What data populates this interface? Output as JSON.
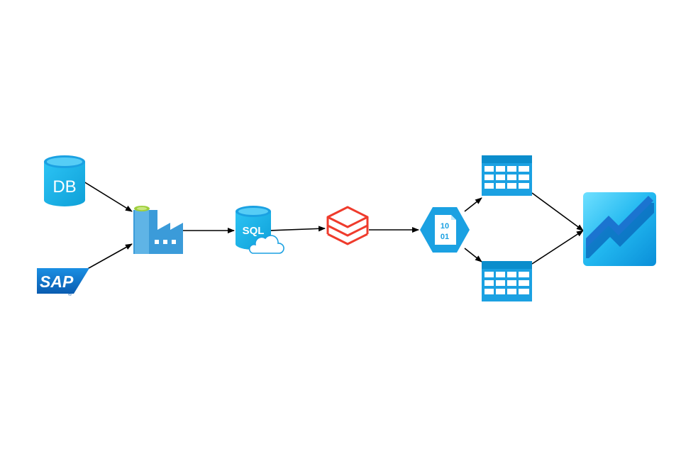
{
  "diagram": {
    "db": {
      "label": "DB",
      "color": "#1ba1e2"
    },
    "sap": {
      "label": "SAP",
      "reg": "®",
      "color": "#0a6ed1"
    },
    "data_factory": {
      "accent": "#9ecf3d",
      "color": "#3b9bd9"
    },
    "sql_database": {
      "label": "SQL",
      "color": "#1ba1e2"
    },
    "databricks": {
      "color": "#ef3b2c"
    },
    "storage": {
      "bits_top": "10",
      "bits_bottom": "01",
      "color": "#1ba1e2"
    },
    "table_top": {
      "color": "#1ba1e2"
    },
    "table_bottom": {
      "color": "#1ba1e2"
    },
    "analytics": {
      "color": "#29b6f6"
    },
    "arrow_color": "#000000"
  }
}
